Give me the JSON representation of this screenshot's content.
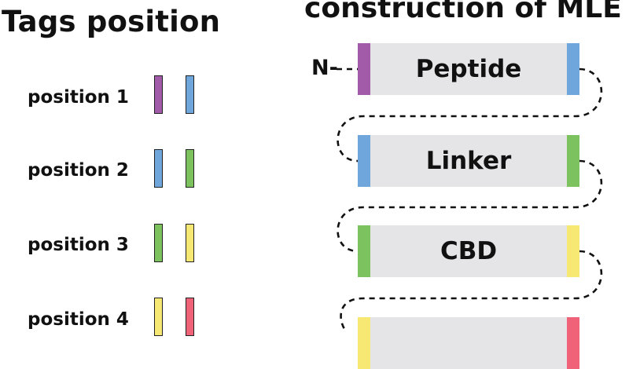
{
  "left_title": "Tags position",
  "right_title": "construction of MLE",
  "n_terminus": "N-",
  "colors": {
    "purple": "#a25ba8",
    "blue": "#6fa6dc",
    "green": "#7cc35f",
    "yellow": "#f6e873",
    "red": "#ef6277",
    "box_fill": "#e5e5e7"
  },
  "positions": [
    {
      "label": "position 1",
      "tags": [
        "purple",
        "blue"
      ]
    },
    {
      "label": "position 2",
      "tags": [
        "blue",
        "green"
      ]
    },
    {
      "label": "position 3",
      "tags": [
        "green",
        "yellow"
      ]
    },
    {
      "label": "position 4",
      "tags": [
        "yellow",
        "red"
      ]
    }
  ],
  "segments": [
    {
      "label": "Peptide",
      "left_tag": "purple",
      "right_tag": "blue"
    },
    {
      "label": "Linker",
      "left_tag": "blue",
      "right_tag": "green"
    },
    {
      "label": "CBD",
      "left_tag": "green",
      "right_tag": "yellow"
    },
    {
      "label": "",
      "left_tag": "yellow",
      "right_tag": "red"
    }
  ]
}
